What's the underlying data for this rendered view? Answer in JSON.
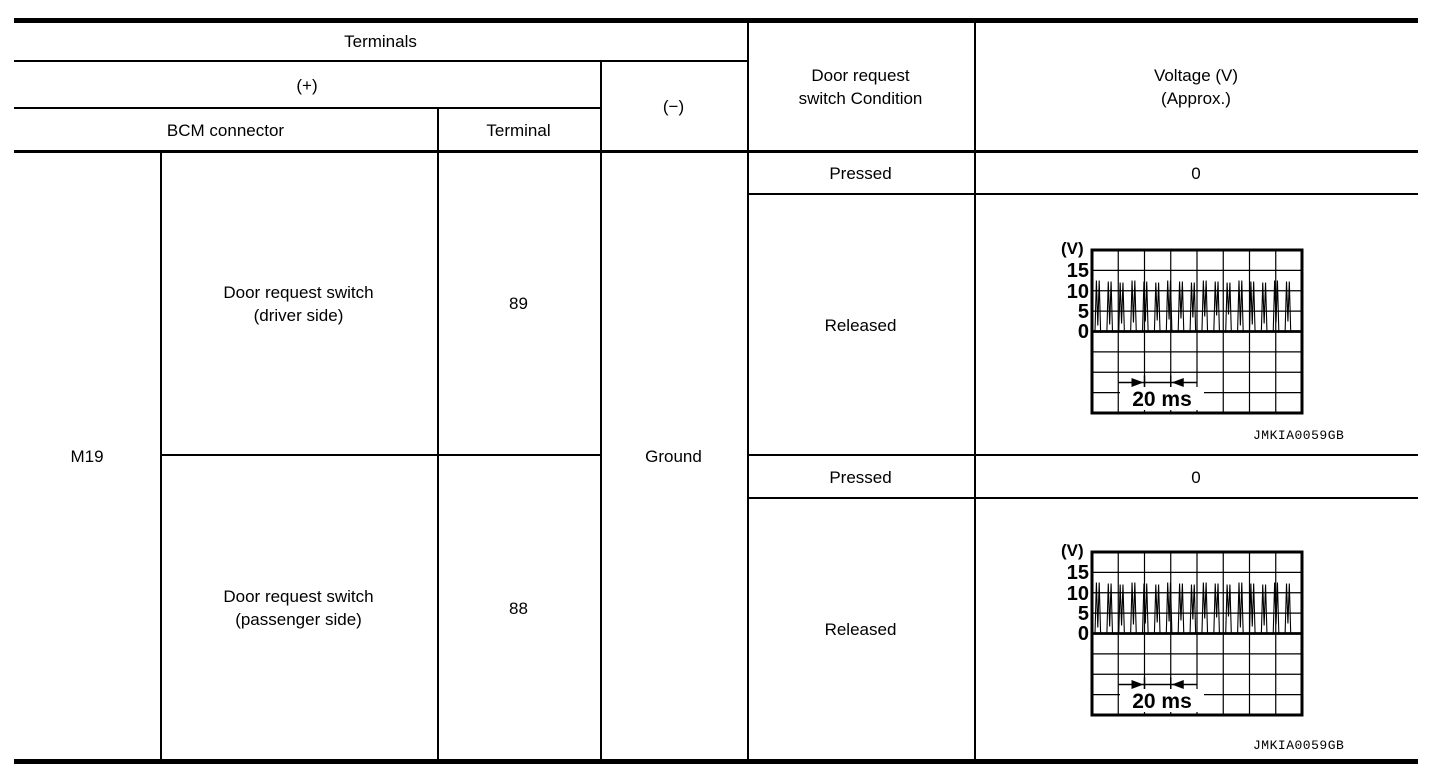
{
  "table": {
    "header": {
      "terminals": "Terminals",
      "plus": "(+)",
      "minus": "(−)",
      "bcm_connector": "BCM connector",
      "terminal": "Terminal",
      "condition_line1": "Door request",
      "condition_line2": "switch Condition",
      "voltage_line1": "Voltage (V)",
      "voltage_line2": "(Approx.)"
    },
    "connector": "M19",
    "ground": "Ground",
    "groups": [
      {
        "switch_line1": "Door request switch",
        "switch_line2": "(driver side)",
        "terminal": "89",
        "pressed_label": "Pressed",
        "pressed_value": "0",
        "released_label": "Released"
      },
      {
        "switch_line1": "Door request switch",
        "switch_line2": "(passenger side)",
        "terminal": "88",
        "pressed_label": "Pressed",
        "pressed_value": "0",
        "released_label": "Released"
      }
    ]
  },
  "waveform": {
    "type": "oscilloscope-pulse-train",
    "y_unit": "(V)",
    "y_ticks": [
      "15",
      "10",
      "5",
      "0"
    ],
    "volts_per_div": 5,
    "divisions_x": 8,
    "divisions_y": 8,
    "baseline_div": 4,
    "pulse_count": 17,
    "pulse_peak_v": 12.5,
    "time_label": "20 ms",
    "caption": "JMKIA0059GB",
    "line_color": "#000000",
    "background": "#ffffff"
  }
}
